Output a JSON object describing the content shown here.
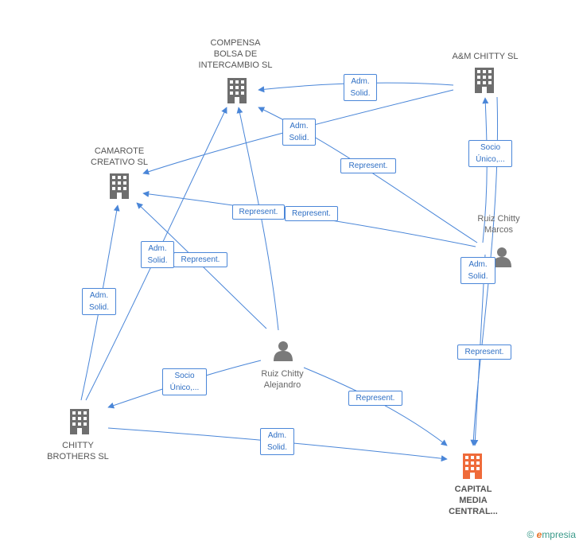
{
  "colors": {
    "edge": "#4a86d8",
    "company": "#6e6e6e",
    "focus_company": "#ef6b3a",
    "person": "#7a7a7a"
  },
  "nodes": {
    "compensa": {
      "label": "COMPENSA\nBOLSA DE\nINTERCAMBIO SL",
      "icon": "building-icon"
    },
    "am_chitty": {
      "label": "A&M CHITTY  SL",
      "icon": "building-icon"
    },
    "camarote": {
      "label": "CAMAROTE\nCREATIVO SL",
      "icon": "building-icon"
    },
    "chitty_brothers": {
      "label": "CHITTY\nBROTHERS  SL",
      "icon": "building-icon"
    },
    "capital_media": {
      "label": "CAPITAL\nMEDIA\nCENTRAL...",
      "icon": "building-icon"
    },
    "ruiz_marcos": {
      "label": "Ruiz Chitty\nMarcos",
      "icon": "person-icon"
    },
    "ruiz_alejandro": {
      "label": "Ruiz Chitty\nAlejandro",
      "icon": "person-icon"
    }
  },
  "edge_labels": {
    "adm_solid_1": "Adm.\nSolid.",
    "adm_solid_2": "Adm.\nSolid.",
    "adm_solid_3": "Adm.\nSolid.",
    "adm_solid_4": "Adm.\nSolid.",
    "adm_solid_5": "Adm.\nSolid.",
    "adm_solid_6": "Adm.\nSolid.",
    "represent_1": "Represent.",
    "represent_2": "Represent.",
    "represent_3": "Represent.",
    "represent_4": "Represent.",
    "represent_5": "Represent.",
    "represent_6": "Represent.",
    "socio_1": "Socio\nÚnico,...",
    "socio_2": "Socio\nÚnico,..."
  },
  "footer": {
    "copyright": "©",
    "brand_initial": "e",
    "brand_rest": "mpresia"
  }
}
